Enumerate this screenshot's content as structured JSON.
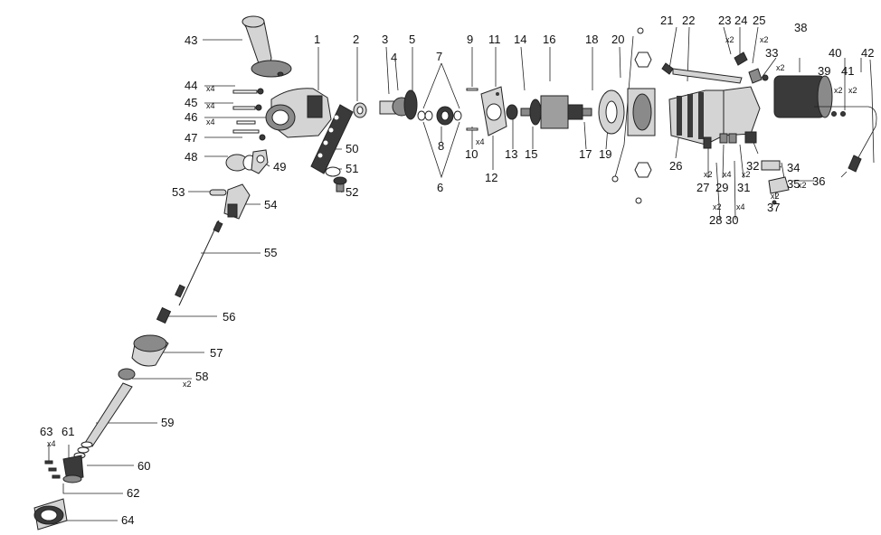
{
  "diagram": {
    "labels": [
      {
        "id": "1",
        "text": "1"
      },
      {
        "id": "2",
        "text": "2"
      },
      {
        "id": "3",
        "text": "3"
      },
      {
        "id": "4",
        "text": "4"
      },
      {
        "id": "5",
        "text": "5"
      },
      {
        "id": "6",
        "text": "6"
      },
      {
        "id": "7",
        "text": "7"
      },
      {
        "id": "8",
        "text": "8"
      },
      {
        "id": "9",
        "text": "9"
      },
      {
        "id": "10",
        "text": "10"
      },
      {
        "id": "11",
        "text": "11"
      },
      {
        "id": "12",
        "text": "12"
      },
      {
        "id": "13",
        "text": "13"
      },
      {
        "id": "14",
        "text": "14"
      },
      {
        "id": "15",
        "text": "15"
      },
      {
        "id": "16",
        "text": "16"
      },
      {
        "id": "17",
        "text": "17"
      },
      {
        "id": "18",
        "text": "18"
      },
      {
        "id": "19",
        "text": "19"
      },
      {
        "id": "20",
        "text": "20"
      },
      {
        "id": "21",
        "text": "21"
      },
      {
        "id": "22",
        "text": "22"
      },
      {
        "id": "23",
        "text": "23"
      },
      {
        "id": "24",
        "text": "24"
      },
      {
        "id": "25",
        "text": "25"
      },
      {
        "id": "26",
        "text": "26"
      },
      {
        "id": "27",
        "text": "27"
      },
      {
        "id": "28",
        "text": "28"
      },
      {
        "id": "29",
        "text": "29"
      },
      {
        "id": "30",
        "text": "30"
      },
      {
        "id": "31",
        "text": "31"
      },
      {
        "id": "32",
        "text": "32"
      },
      {
        "id": "33",
        "text": "33"
      },
      {
        "id": "34",
        "text": "34"
      },
      {
        "id": "35",
        "text": "35"
      },
      {
        "id": "36",
        "text": "36"
      },
      {
        "id": "37",
        "text": "37"
      },
      {
        "id": "38",
        "text": "38"
      },
      {
        "id": "39",
        "text": "39"
      },
      {
        "id": "40",
        "text": "40"
      },
      {
        "id": "41",
        "text": "41"
      },
      {
        "id": "42",
        "text": "42"
      },
      {
        "id": "43",
        "text": "43"
      },
      {
        "id": "44",
        "text": "44"
      },
      {
        "id": "45",
        "text": "45"
      },
      {
        "id": "46",
        "text": "46"
      },
      {
        "id": "47",
        "text": "47"
      },
      {
        "id": "48",
        "text": "48"
      },
      {
        "id": "49",
        "text": "49"
      },
      {
        "id": "50",
        "text": "50"
      },
      {
        "id": "51",
        "text": "51"
      },
      {
        "id": "52",
        "text": "52"
      },
      {
        "id": "53",
        "text": "53"
      },
      {
        "id": "54",
        "text": "54"
      },
      {
        "id": "55",
        "text": "55"
      },
      {
        "id": "56",
        "text": "56"
      },
      {
        "id": "57",
        "text": "57"
      },
      {
        "id": "58",
        "text": "58"
      },
      {
        "id": "59",
        "text": "59"
      },
      {
        "id": "60",
        "text": "60"
      },
      {
        "id": "61",
        "text": "61"
      },
      {
        "id": "62",
        "text": "62"
      },
      {
        "id": "63",
        "text": "63"
      },
      {
        "id": "64",
        "text": "64"
      }
    ],
    "quantities": {
      "q44": "x4",
      "q45": "x4",
      "q46": "x4",
      "q10": "x4",
      "q23": "x2",
      "q25": "x2",
      "q33": "x2",
      "q40": "x2",
      "q41": "x2",
      "q27": "x2",
      "q28": "x2",
      "q29": "x4",
      "q30": "x4",
      "q31": "x2",
      "q36": "x2",
      "q37": "x2",
      "q58": "x2",
      "q63": "x4"
    }
  }
}
